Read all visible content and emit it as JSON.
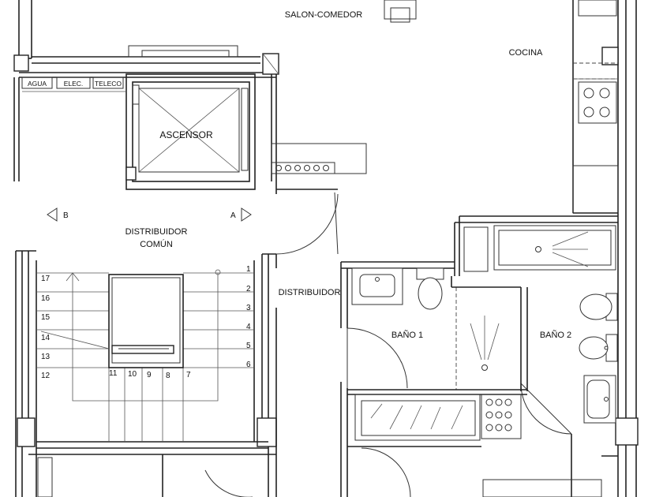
{
  "rooms": {
    "salon_comedor": "SALON-COMEDOR",
    "cocina": "COCINA",
    "ascensor": "ASCENSOR",
    "distribuidor_comun_line1": "DISTRIBUIDOR",
    "distribuidor_comun_line2": "COMÚN",
    "distribuidor": "DISTRIBUIDOR",
    "bano1": "BAÑO 1",
    "bano2": "BAÑO 2"
  },
  "meters": {
    "agua": "AGUA",
    "elec": "ELEC.",
    "teleco": "TELECO"
  },
  "section_marks": {
    "a": "A",
    "b": "B"
  },
  "stair_steps": [
    "1",
    "2",
    "3",
    "4",
    "5",
    "6",
    "7",
    "8",
    "9",
    "10",
    "11",
    "12",
    "13",
    "14",
    "15",
    "16",
    "17"
  ]
}
